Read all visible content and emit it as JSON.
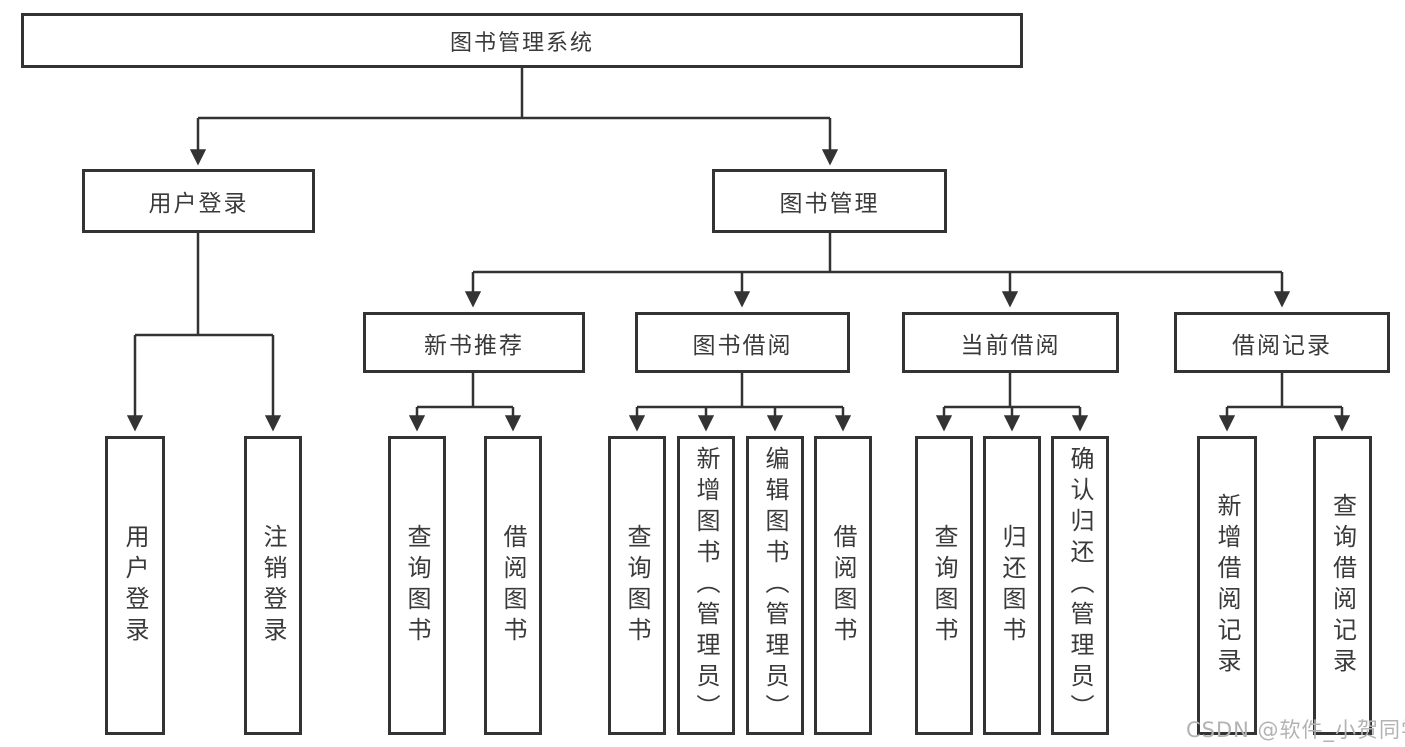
{
  "diagram_title": "图书管理系统",
  "tree": {
    "label": "图书管理系统",
    "children": [
      {
        "label": "用户登录",
        "children": [
          {
            "label": "用户登录"
          },
          {
            "label": "注销登录"
          }
        ]
      },
      {
        "label": "图书管理",
        "children": [
          {
            "label": "新书推荐",
            "children": [
              {
                "label": "查询图书"
              },
              {
                "label": "借阅图书"
              }
            ]
          },
          {
            "label": "图书借阅",
            "children": [
              {
                "label": "查询图书"
              },
              {
                "label": "新增图书（管理员）"
              },
              {
                "label": "编辑图书（管理员）"
              },
              {
                "label": "借阅图书"
              }
            ]
          },
          {
            "label": "当前借阅",
            "children": [
              {
                "label": "查询图书"
              },
              {
                "label": "归还图书"
              },
              {
                "label": "确认归还（管理员）"
              }
            ]
          },
          {
            "label": "借阅记录",
            "children": [
              {
                "label": "新增借阅记录"
              },
              {
                "label": "查询借阅记录"
              }
            ]
          }
        ]
      }
    ]
  },
  "watermark": "CSDN @软件_小贺同学",
  "colors": {
    "line": "#333333",
    "text": "#3a3a3a",
    "watermark": "#b3b3b3",
    "background": "#ffffff"
  }
}
